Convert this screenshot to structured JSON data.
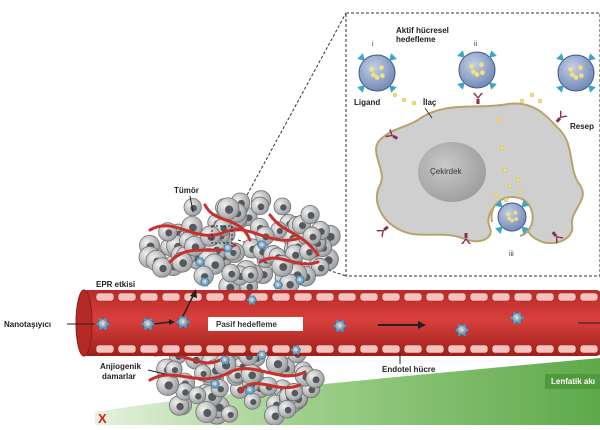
{
  "labels": {
    "active_targeting": "Aktif hücresel",
    "active_targeting_2": "hedefleme",
    "ligand": "Ligand",
    "drug": "İlaç",
    "receptor": "Resep",
    "nucleus": "Çekirdek",
    "tumor": "Tümör",
    "epr_effect": "EPR etkisi",
    "nanocarrier": "Nanotaşıyıcı",
    "passive_targeting": "Pasif hedefleme",
    "angiogenic_1": "Anjiogenik",
    "angiogenic_2": "damarlar",
    "endothelial_cell": "Endotel hücre",
    "lymphatic": "Lenfatik akı",
    "roman_i": "i",
    "roman_ii": "ii",
    "roman_iii": "iii",
    "blocked_mark": "X"
  },
  "colors": {
    "vessel": "#c8302d",
    "vessel_dark": "#9e1f1c",
    "endothelium": "#f2b5b0",
    "tumor_cell": "#b9babc",
    "nanocarrier": "#8fa3c8",
    "drug": "#f3e27a",
    "ligand": "#3aa6c9",
    "receptor": "#8a2d4f",
    "lymphatic": "#7cbf6a",
    "cell_body": "#cfcfcf",
    "nucleus": "#a9a9a9"
  }
}
